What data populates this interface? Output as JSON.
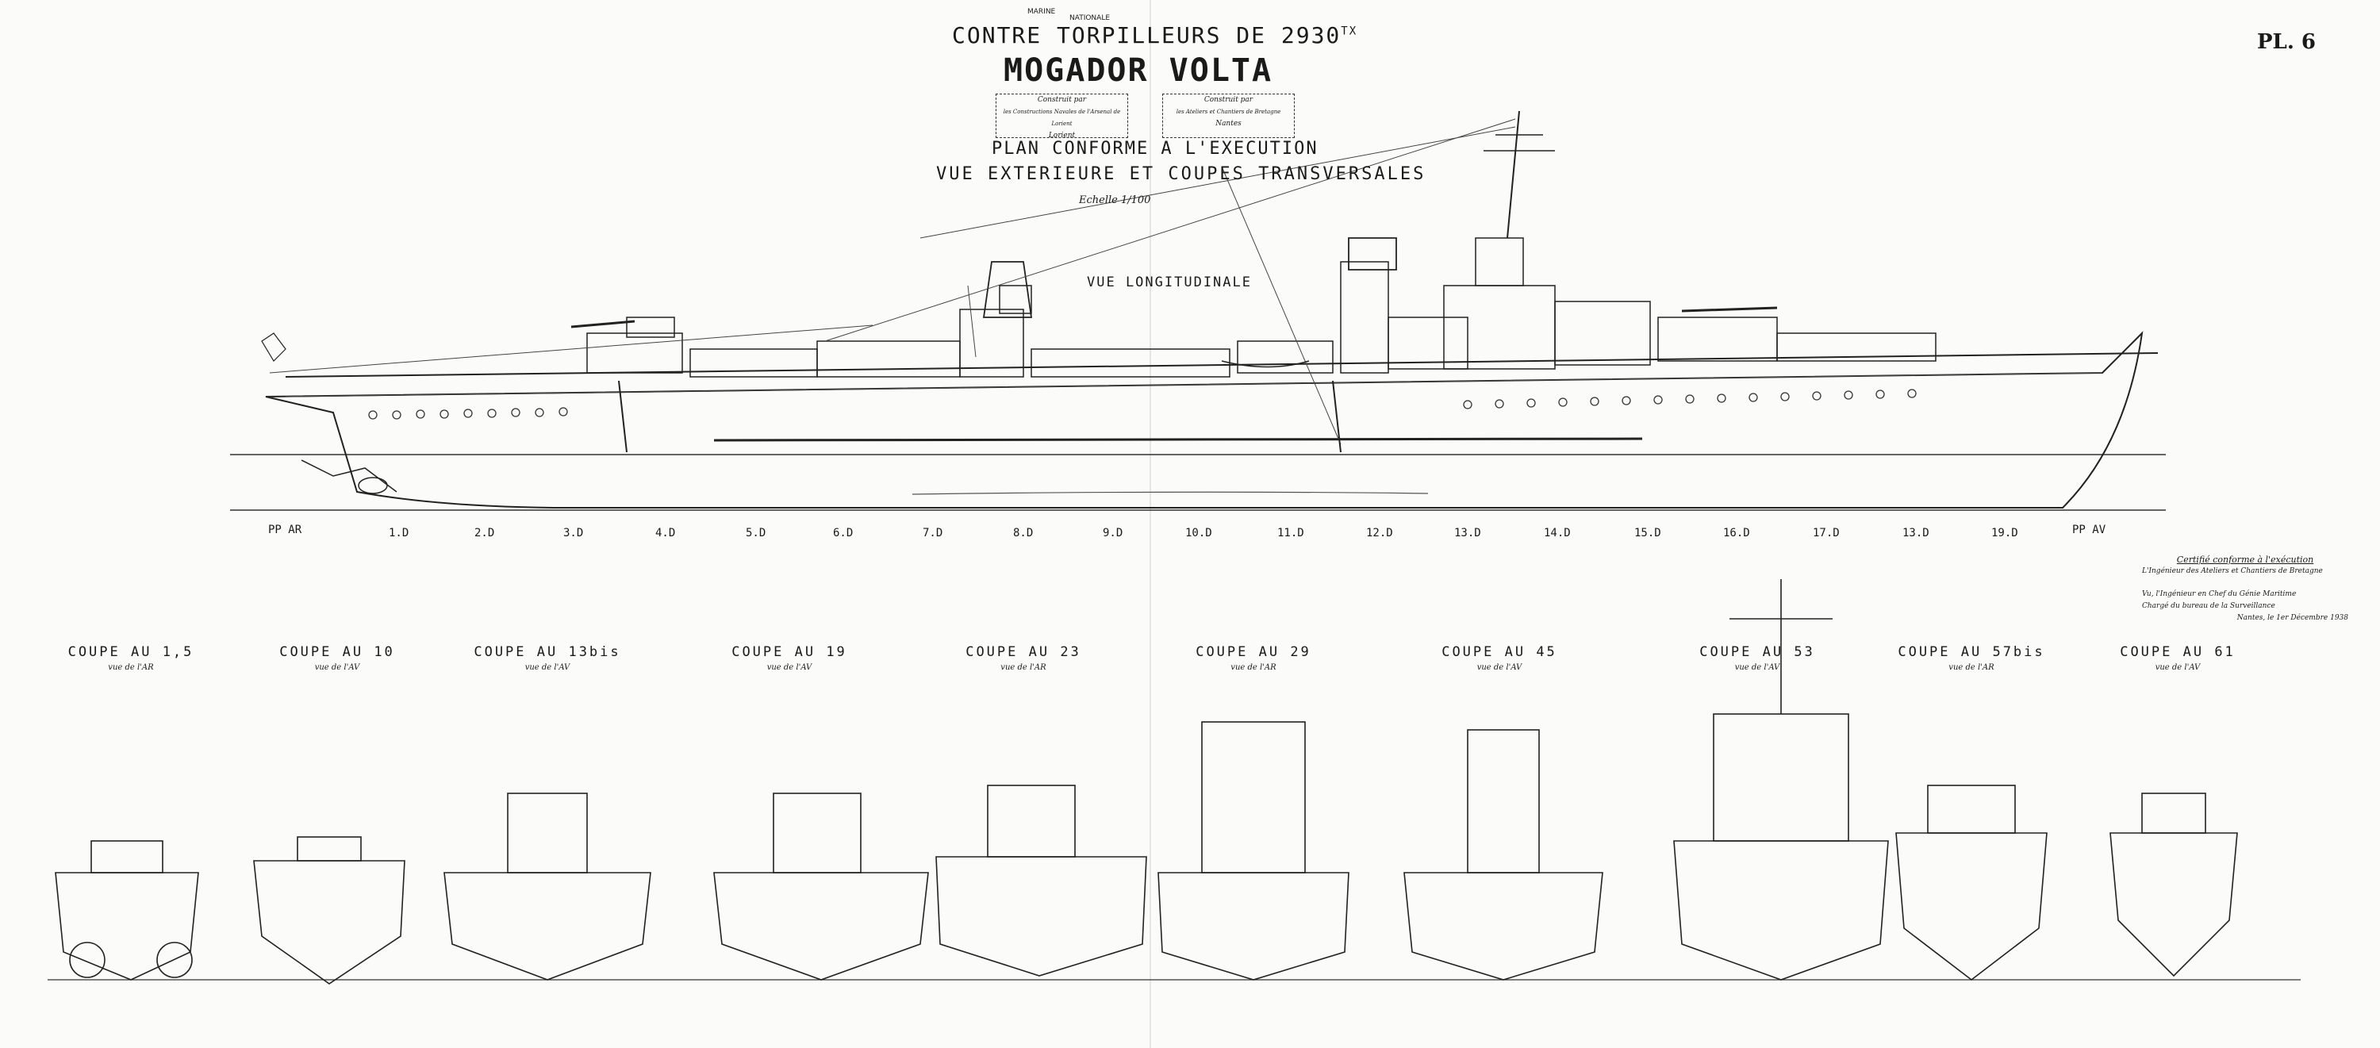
{
  "header": {
    "marine": "MARINE",
    "nationale": "NATIONALE",
    "line1": "CONTRE TORPILLEURS DE 2930",
    "line1_sup": "TX",
    "ship_names": "MOGADOR VOLTA",
    "box_left": {
      "l1": "Construit par",
      "l2": "les Constructions Navales de l'Arsenal de Lorient",
      "l3": "Lorient"
    },
    "box_right": {
      "l1": "Construit par",
      "l2": "les Ateliers et Chantiers de Bretagne",
      "l3": "Nantes"
    },
    "plan_title": "PLAN CONFORME A L'EXECUTION",
    "subtitle": "VUE EXTERIEURE ET COUPES TRANSVERSALES",
    "scale": "Echelle 1/100"
  },
  "plate": "PL. 6",
  "longitudinal_label": "VUE LONGITUDINALE",
  "frame_labels": [
    "PP AR",
    "1.D",
    "2.D",
    "3.D",
    "4.D",
    "5.D",
    "6.D",
    "7.D",
    "8.D",
    "9.D",
    "10.D",
    "11.D",
    "12.D",
    "13.D",
    "14.D",
    "15.D",
    "16.D",
    "17.D",
    "13.D",
    "19.D",
    "PP AV"
  ],
  "sections": [
    {
      "title": "COUPE AU 1,5",
      "sub": "vue de l'AR"
    },
    {
      "title": "COUPE AU 10",
      "sub": "vue de l'AV"
    },
    {
      "title": "COUPE AU 13bis",
      "sub": "vue de l'AV"
    },
    {
      "title": "COUPE AU 19",
      "sub": "vue de l'AV"
    },
    {
      "title": "COUPE AU 23",
      "sub": "vue de l'AR"
    },
    {
      "title": "COUPE AU 29",
      "sub": "vue de l'AR"
    },
    {
      "title": "COUPE AU 45",
      "sub": "vue de l'AV"
    },
    {
      "title": "COUPE AU 53",
      "sub": "vue de l'AV"
    },
    {
      "title": "COUPE AU 57bis",
      "sub": "vue de l'AR"
    },
    {
      "title": "COUPE AU 61",
      "sub": "vue de l'AV"
    }
  ],
  "certification": {
    "l1": "Certifié conforme à l'exécution",
    "l2": "L'Ingénieur des Ateliers et Chantiers de Bretagne",
    "l3": "Vu, l'Ingénieur en Chef du Génie Maritime",
    "l4": "Chargé du bureau de la Surveillance",
    "l5": "Nantes, le 1er Décembre 1938"
  }
}
